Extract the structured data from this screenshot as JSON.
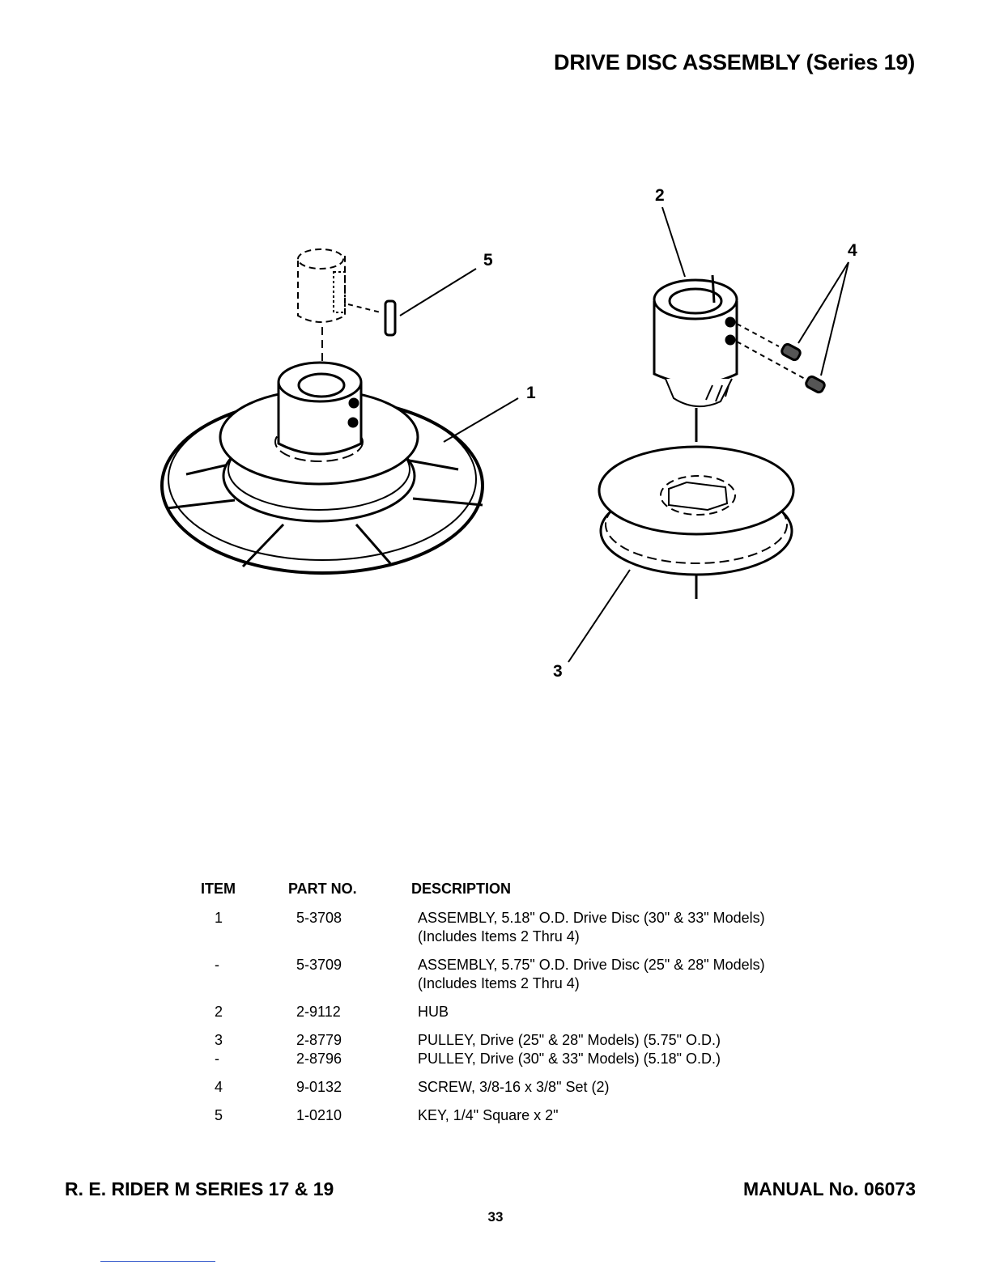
{
  "header": {
    "title": "DRIVE DISC ASSEMBLY (Series 19)"
  },
  "diagram": {
    "callouts": [
      "1",
      "2",
      "3",
      "4",
      "5"
    ]
  },
  "table": {
    "headers": {
      "item": "ITEM",
      "part": "PART NO.",
      "desc": "DESCRIPTION"
    },
    "rows": [
      {
        "item": "1",
        "part": "5-3708",
        "desc": [
          "ASSEMBLY, 5.18\" O.D. Drive Disc (30\" & 33\" Models)",
          "(Includes Items 2 Thru 4)"
        ]
      },
      {
        "item": "-",
        "part": "5-3709",
        "desc": [
          "ASSEMBLY, 5.75\" O.D. Drive Disc (25\" & 28\" Models)",
          "(Includes Items 2 Thru 4)"
        ]
      },
      {
        "item": "2",
        "part": "2-9112",
        "desc": [
          "HUB"
        ]
      },
      {
        "item": "3",
        "part": "2-8779",
        "desc": [
          "PULLEY, Drive (25\" & 28\" Models) (5.75\" O.D.)"
        ]
      },
      {
        "item": "-",
        "part": "2-8796",
        "desc": [
          "PULLEY, Drive (30\" & 33\" Models) (5.18\" O.D.)"
        ]
      },
      {
        "item": "4",
        "part": "9-0132",
        "desc": [
          "SCREW, 3/8-16 x 3/8\" Set (2)"
        ]
      },
      {
        "item": "5",
        "part": "1-0210",
        "desc": [
          "KEY, 1/4\" Square x 2\""
        ]
      }
    ]
  },
  "footer": {
    "left": "R. E. RIDER M SERIES 17 & 19",
    "right": "MANUAL No. 06073",
    "page": "33"
  }
}
